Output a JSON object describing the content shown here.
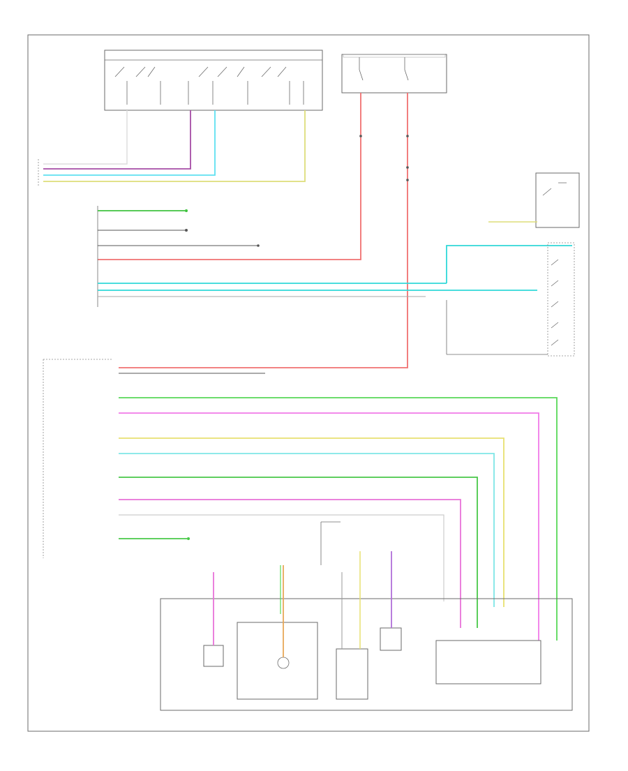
{
  "diagram": {
    "title": "",
    "footer_label": "",
    "components": [
      {
        "id": "top_switch",
        "label": ""
      },
      {
        "id": "fuse_block",
        "label": ""
      },
      {
        "id": "left_module",
        "label": ""
      },
      {
        "id": "right_switch",
        "label": ""
      },
      {
        "id": "passenger_label",
        "label": ""
      },
      {
        "id": "bottom_assembly",
        "label": ""
      }
    ],
    "wires": [
      {
        "id": "w-top-wht",
        "color": "#dddddd",
        "label": ""
      },
      {
        "id": "w-top-vio",
        "color": "#a64ca6",
        "label": ""
      },
      {
        "id": "w-top-cyan",
        "color": "#5ee0f0",
        "label": ""
      },
      {
        "id": "w-top-yel",
        "color": "#dede7a",
        "label": ""
      },
      {
        "id": "w-red-1",
        "color": "#f07070",
        "label": ""
      },
      {
        "id": "w-red-2",
        "color": "#f07070",
        "label": ""
      },
      {
        "id": "w-grn",
        "color": "#3ec23e",
        "label": ""
      },
      {
        "id": "w-cyan-bus",
        "color": "#30d8d8",
        "label": ""
      },
      {
        "id": "w-blk",
        "color": "#555555",
        "label": ""
      },
      {
        "id": "w-pink",
        "color": "#f060c8",
        "label": ""
      },
      {
        "id": "w-lt-green",
        "color": "#58d858",
        "label": ""
      },
      {
        "id": "w-magenta",
        "color": "#f07ae8",
        "label": ""
      },
      {
        "id": "w-yellow",
        "color": "#e8e070",
        "label": ""
      },
      {
        "id": "w-lt-cyan",
        "color": "#7ee6e6",
        "label": ""
      },
      {
        "id": "w-green2",
        "color": "#48c848",
        "label": ""
      },
      {
        "id": "w-pink2",
        "color": "#e872d8",
        "label": ""
      },
      {
        "id": "w-orange",
        "color": "#e8a858",
        "label": ""
      },
      {
        "id": "w-violet2",
        "color": "#b070d8",
        "label": ""
      }
    ]
  }
}
